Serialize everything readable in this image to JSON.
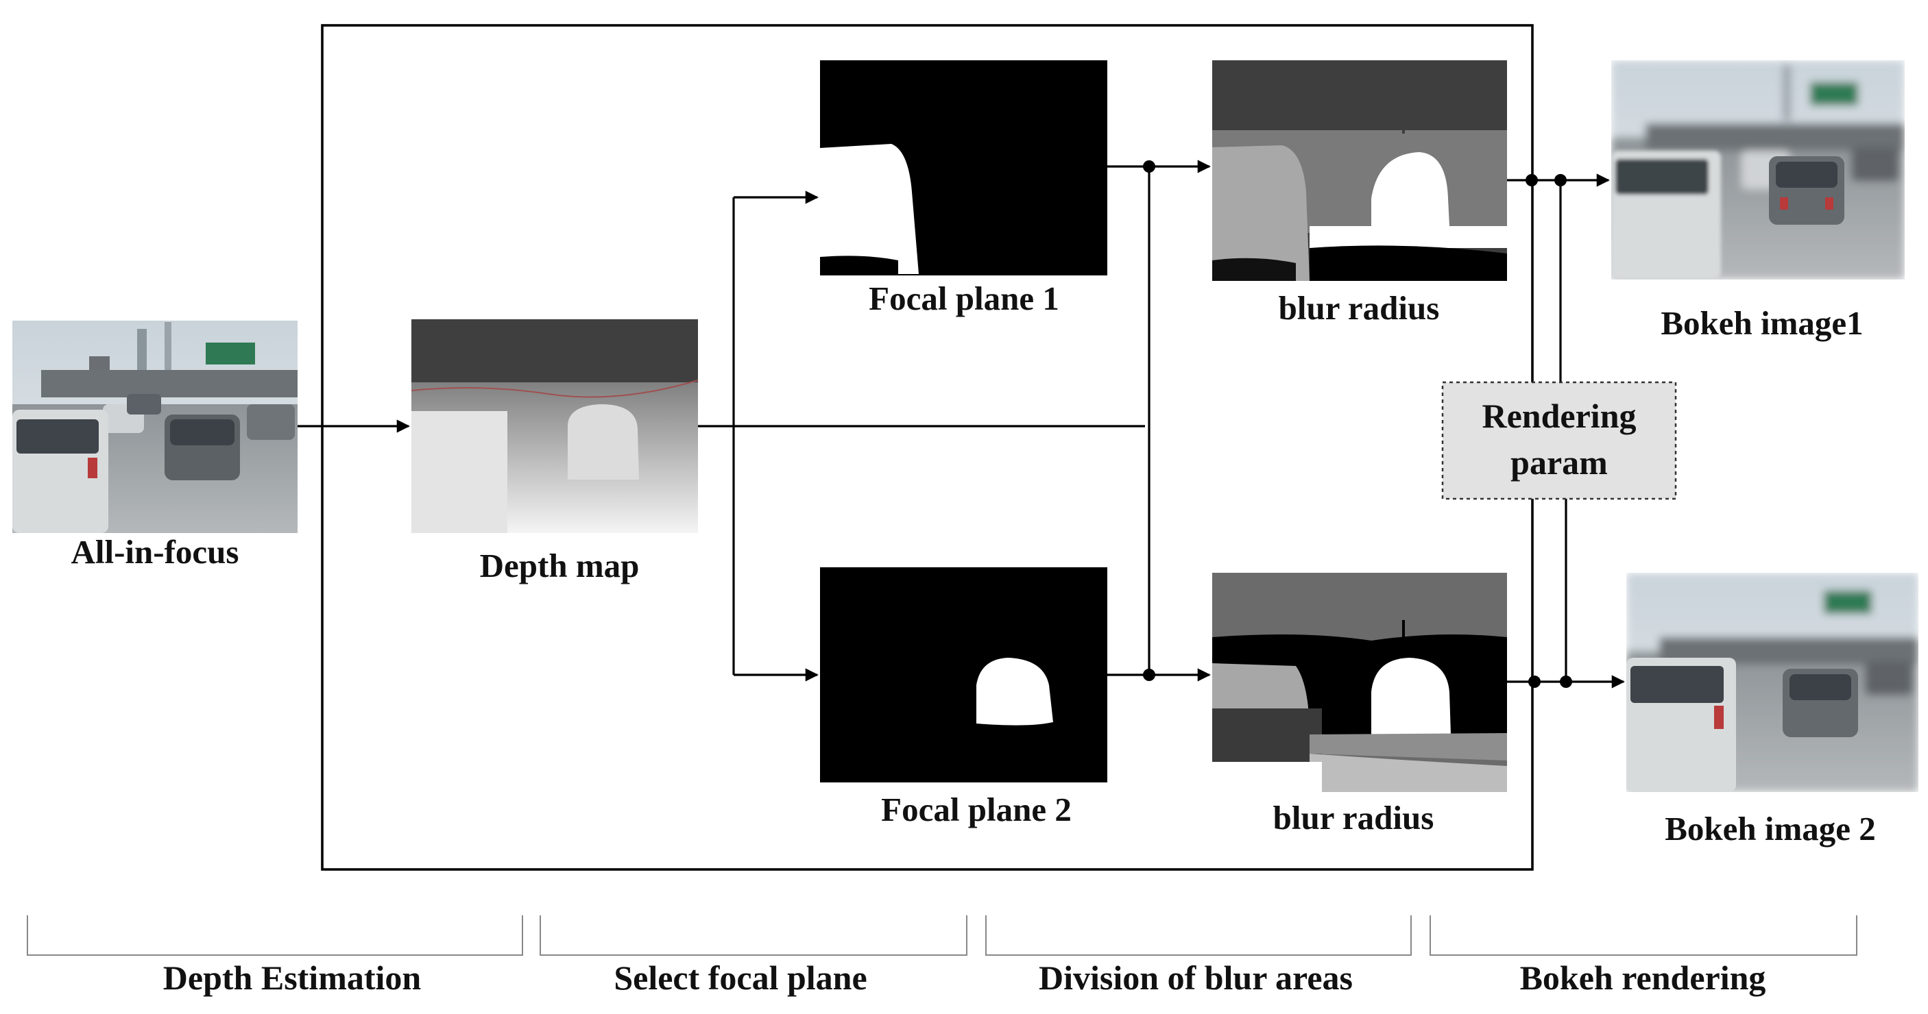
{
  "images": {
    "all_in_focus": "All-in-focus",
    "depth_map": "Depth map",
    "focal_plane_1": "Focal plane 1",
    "focal_plane_2": "Focal plane 2",
    "blur_radius_1": "blur radius",
    "blur_radius_2": "blur radius",
    "bokeh_image_1": "Bokeh image1",
    "bokeh_image_2": "Bokeh image 2"
  },
  "rendering_param": {
    "line1": "Rendering",
    "line2": "param"
  },
  "stages": [
    "Depth Estimation",
    "Select focal plane",
    "Division of blur areas",
    "Bokeh rendering"
  ]
}
